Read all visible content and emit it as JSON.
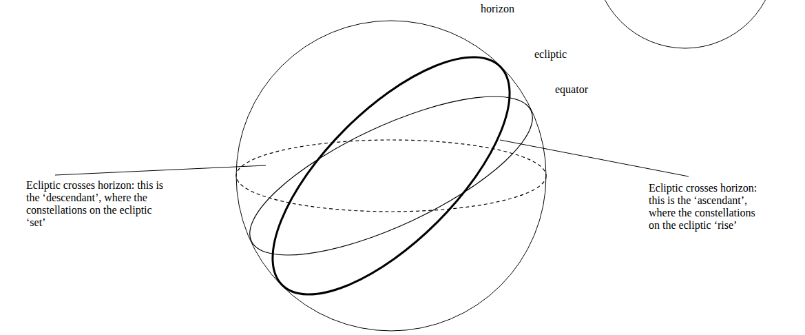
{
  "diagram": {
    "labels": [
      "horizon",
      "ecliptic",
      "equator",
      "Ecliptic crosses horizon: this is the ‘descendant’, where the constellations on the ecliptic ‘set’",
      "Ecliptic crosses horizon: this is the ‘ascendant’, where the constellations on the ecliptic ‘rise’"
    ]
  }
}
